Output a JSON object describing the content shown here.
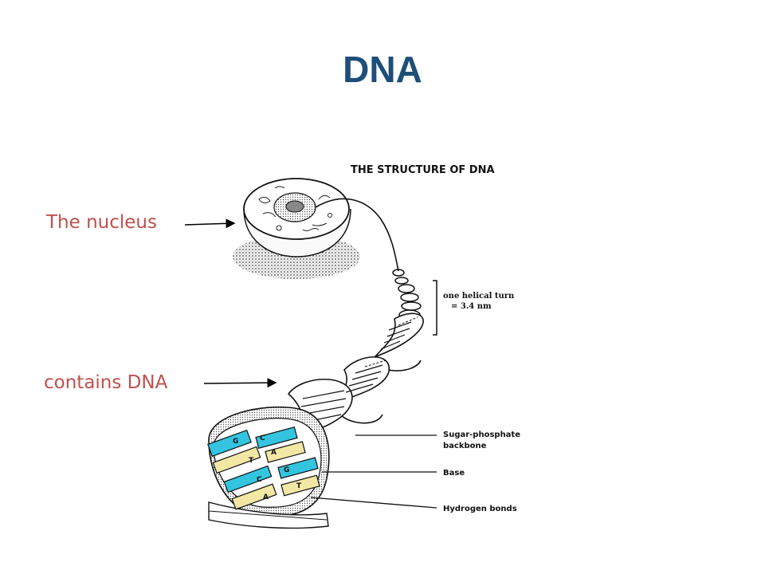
{
  "slide": {
    "title": "DNA",
    "labels": {
      "nucleus": "The nucleus",
      "contains": "contains DNA"
    }
  },
  "figure": {
    "heading": "THE STRUCTURE OF DNA",
    "helical_turn_line1": "one helical turn",
    "helical_turn_line2": "= 3.4 nm",
    "backbone_line1": "Sugar-phosphate",
    "backbone_line2": "backbone",
    "base": "Base",
    "hydrogen_bonds": "Hydrogen bonds",
    "base_letters": [
      "G",
      "C",
      "T",
      "A",
      "C",
      "G",
      "A",
      "T"
    ]
  },
  "colors": {
    "title": "#1f4e79",
    "labels": "#c0504d",
    "base_cyan": "#33c4e0",
    "base_yellow": "#f2e7a5"
  }
}
